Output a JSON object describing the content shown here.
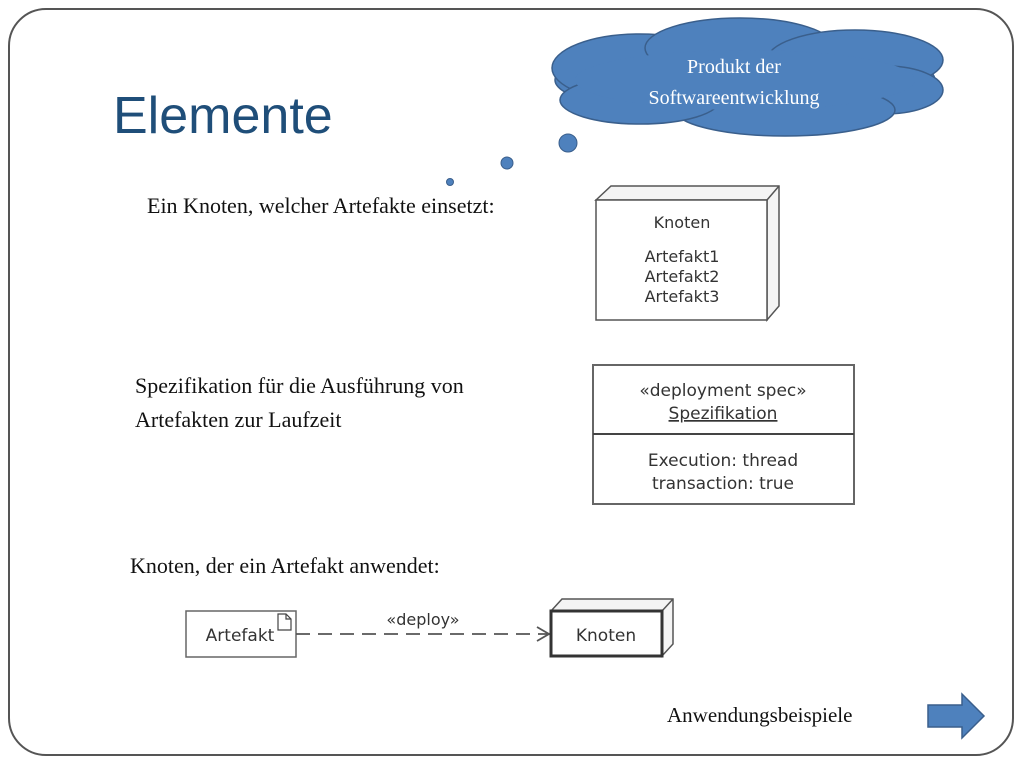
{
  "slide": {
    "title": "Elemente",
    "callout": {
      "line1": "Produkt der",
      "line2": "Softwareentwicklung"
    },
    "text1": "Ein Knoten, welcher Artefakte einsetzt:",
    "text2_line1": "Spezifikation für die Ausführung von",
    "text2_line2": "Artefakten zur Laufzeit",
    "text3": "Knoten, der ein Artefakt anwendet:",
    "next_link": "Anwendungsbeispiele"
  },
  "node_diagram": {
    "name": "Knoten",
    "artifacts": [
      "Artefakt1",
      "Artefakt2",
      "Artefakt3"
    ]
  },
  "spec_diagram": {
    "stereotype": "«deployment spec»",
    "name": "Spezifikation",
    "properties": [
      "Execution: thread",
      "transaction: true"
    ]
  },
  "deploy_diagram": {
    "artifact": "Artefakt",
    "relation": "«deploy»",
    "node": "Knoten"
  },
  "colors": {
    "cloud_fill": "#4e81bd",
    "cloud_stroke": "#3a5f8c",
    "title": "#1f4e79",
    "arrow": "#4e81bd"
  }
}
